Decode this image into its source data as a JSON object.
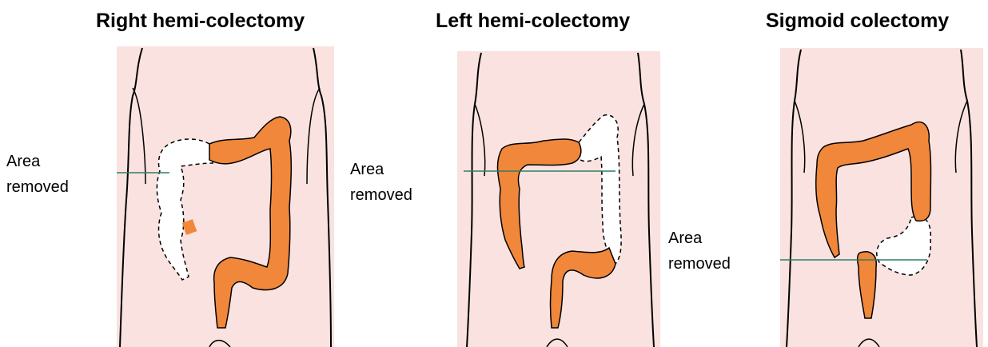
{
  "panels": [
    {
      "title": "Right hemi-colectomy",
      "label": "Area\nremoved"
    },
    {
      "title": "Left hemi-colectomy",
      "label": "Area\nremoved"
    },
    {
      "title": "Sigmoid colectomy",
      "label": "Area\nremoved"
    }
  ],
  "colors": {
    "skin": "#f9e2df",
    "colon": "#f0873a",
    "removed": "#ffffff",
    "outline": "#000000",
    "marker_line": "#2f7d66"
  }
}
